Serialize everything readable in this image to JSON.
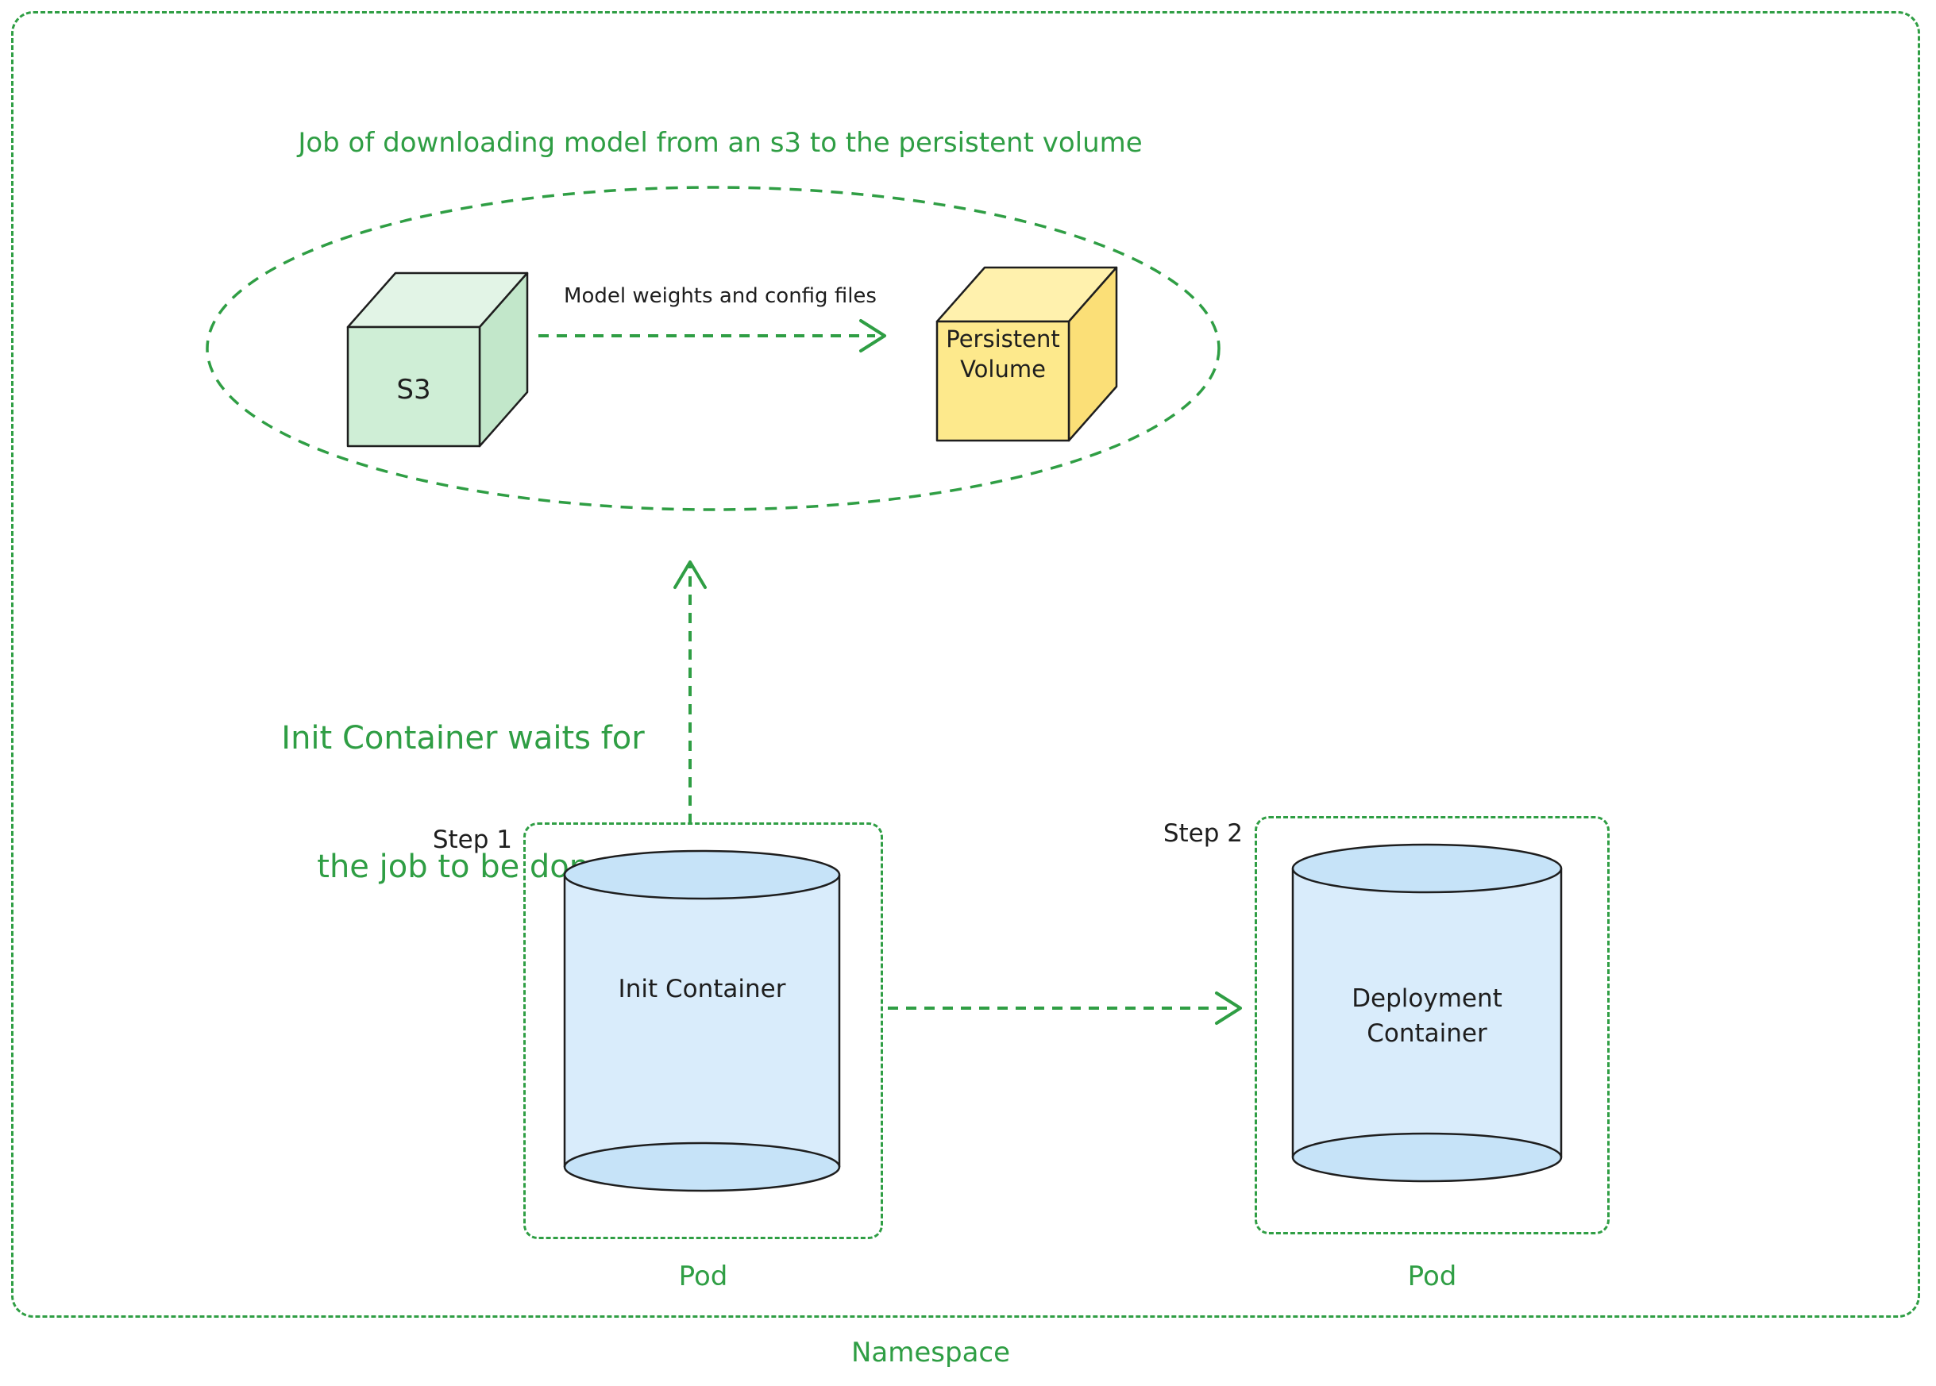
{
  "colors": {
    "accent_green": "#2f9e44",
    "ink": "#1e1e1e",
    "s3_cube_fill": "#cfeed6",
    "persistent_volume_cube_fill": "#fde98c",
    "cylinder_fill": "#d9ecfb",
    "background": "#ffffff"
  },
  "namespace": {
    "label": "Namespace"
  },
  "job": {
    "title": "Job of downloading model from an s3 to the persistent volume",
    "s3_label": "S3",
    "arrow_label": "Model weights and config files",
    "pv_line1": "Persistent",
    "pv_line2": "Volume"
  },
  "wait": {
    "line1": "Init Container waits for",
    "line2": "the job to be done"
  },
  "step1": {
    "label": "Step 1",
    "container": "Init Container",
    "pod": "Pod"
  },
  "step2": {
    "label": "Step 2",
    "container_line1": "Deployment",
    "container_line2": "Container",
    "pod": "Pod"
  }
}
